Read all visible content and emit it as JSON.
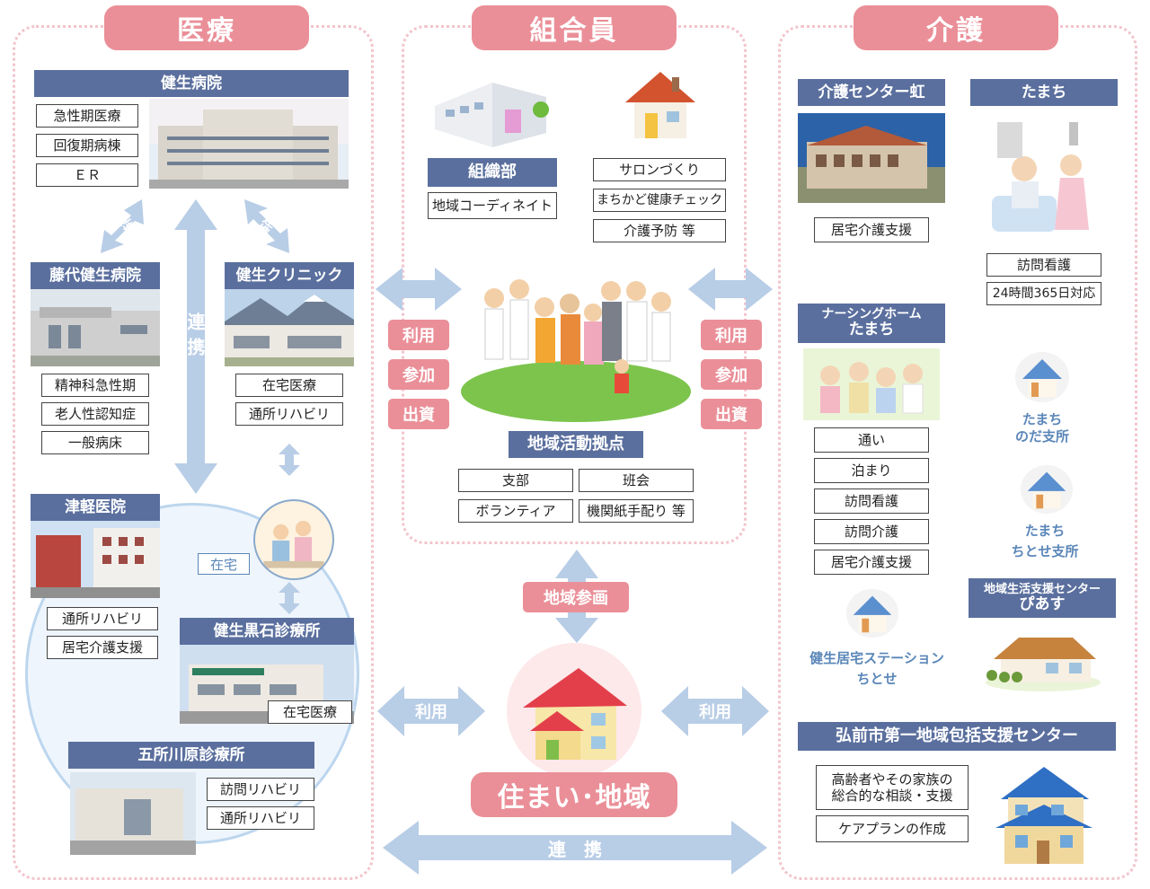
{
  "sections": {
    "medical": "医療",
    "member": "組合員",
    "care": "介護"
  },
  "medical": {
    "kensei_hospital": {
      "title": "健生病院",
      "items": [
        "急性期医療",
        "回復期病棟",
        "ＥＲ"
      ]
    },
    "fujishiro": {
      "title": "藤代健生病院",
      "items": [
        "精神科急性期",
        "老人性認知症",
        "一般病床"
      ]
    },
    "clinic": {
      "title": "健生クリニック",
      "items": [
        "在宅医療",
        "通所リハビリ"
      ]
    },
    "tsugaru": {
      "title": "津軽医院",
      "items": [
        "通所リハビリ",
        "居宅介護支援"
      ]
    },
    "kuroishi": {
      "title": "健生黒石診療所",
      "items": [
        "在宅医療"
      ]
    },
    "goshogawara": {
      "title": "五所川原診療所",
      "items": [
        "訪問リハビリ",
        "通所リハビリ"
      ]
    },
    "renkei_small": "連携",
    "renkei_vertical": "連携",
    "zaitaku": "在宅"
  },
  "member": {
    "soshiki": {
      "title": "組織部",
      "item": "地域コーディネイト"
    },
    "salon_items": [
      "サロンづくり",
      "まちかど健康チェック",
      "介護予防 等"
    ],
    "side_labels": [
      "利用",
      "参加",
      "出資"
    ],
    "base": {
      "title": "地域活動拠点",
      "items": [
        "支部",
        "班会",
        "ボランティア",
        "機関紙手配り 等"
      ]
    }
  },
  "care": {
    "niji": {
      "title": "介護センター虹",
      "item": "居宅介護支援"
    },
    "tamachi": {
      "title": "たまち",
      "items": [
        "訪問看護",
        "24時間365日対応"
      ]
    },
    "nursing_home": {
      "title1": "ナーシングホーム",
      "title2": "たまち",
      "items": [
        "通い",
        "泊まり",
        "訪問看護",
        "訪問介護",
        "居宅介護支援"
      ]
    },
    "noda": {
      "l1": "たまち",
      "l2": "のだ支所"
    },
    "chitose": {
      "l1": "たまち",
      "l2": "ちとせ支所"
    },
    "kyotaku_station": {
      "l1": "健生居宅ステーション",
      "l2": "ちとせ"
    },
    "piasu": {
      "title1": "地域生活支援センター",
      "title2": "ぴあす"
    },
    "hirosaki": {
      "title": "弘前市第一地域包括支援センター",
      "items": [
        "高齢者やその家族の\n総合的な相談・支援",
        "ケアプランの作成"
      ]
    }
  },
  "bottom": {
    "chiiki_sankaku": "地域参画",
    "home": "住まい･地域",
    "riyou": "利用",
    "renkei": "連　携"
  },
  "colors": {
    "pink": "#ea8f98",
    "navy": "#5a6f9e",
    "arrow": "#b8cde6",
    "circle": "#bcd6ee"
  }
}
